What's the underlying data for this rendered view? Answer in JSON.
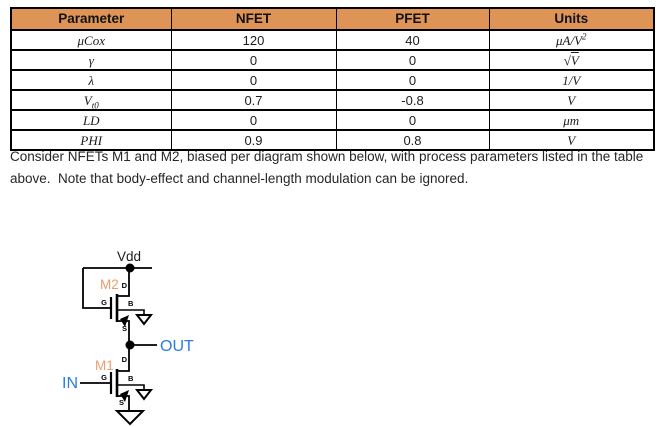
{
  "document": {
    "paragraph": "Consider NFETs M1 and M2, biased per diagram shown below, with process parameters listed in the table above.  Note that body-effect and channel-length modulation can be ignored."
  },
  "table": {
    "header_bg": "#DE9457",
    "headers": [
      "Parameter",
      "NFET",
      "PFET",
      "Units"
    ],
    "rows": [
      {
        "param": "μCox",
        "nfet": "120",
        "pfet": "40",
        "units": "μA/V",
        "units_sup": "2"
      },
      {
        "param": "γ",
        "nfet": "0",
        "pfet": "0",
        "units_pre": "√",
        "units_main": "V"
      },
      {
        "param": "λ",
        "nfet": "0",
        "pfet": "0",
        "units": "1/V"
      },
      {
        "param": "V",
        "param_sub": "t0",
        "nfet": "0.7",
        "pfet": "-0.8",
        "units": "V"
      },
      {
        "param": "LD",
        "nfet": "0",
        "pfet": "0",
        "units": "μm"
      },
      {
        "param": "PHI",
        "nfet": "0.9",
        "pfet": "0.8",
        "units": "V"
      }
    ]
  },
  "circuit": {
    "vdd_label": "Vdd",
    "out_label": "OUT",
    "in_label": "IN",
    "m2_label": "M2",
    "m1_label": "M1",
    "terminals": {
      "d": "D",
      "g": "G",
      "b": "B",
      "s": "S"
    },
    "colors": {
      "transistor_label": "#ED9C6E",
      "net_label": "#2B7CE0"
    }
  }
}
